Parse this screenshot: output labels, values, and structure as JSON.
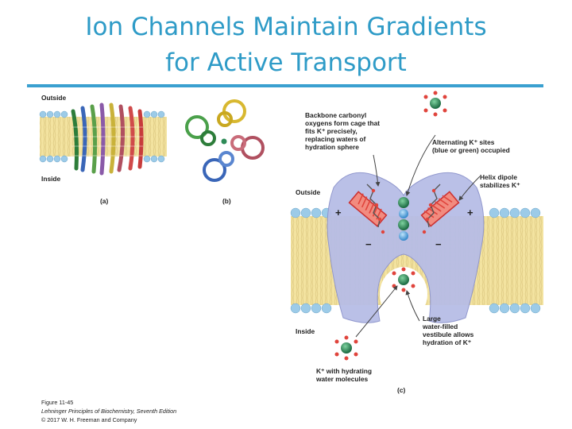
{
  "slide": {
    "title_line1": "Ion Channels Maintain Gradients",
    "title_line2": "for Active Transport"
  },
  "figure": {
    "panel_a": {
      "outside": "Outside",
      "inside": "Inside",
      "caption": "(a)"
    },
    "panel_b": {
      "caption": "(b)"
    },
    "panel_c": {
      "outside": "Outside",
      "inside": "Inside",
      "caption": "(c)",
      "carbonyl_note": [
        "Backbone carbonyl",
        "oxygens form cage that",
        "fits K⁺ precisely,",
        "replacing waters of",
        "hydration sphere"
      ],
      "sites_note": [
        "Alternating K⁺ sites",
        "(blue or green) occupied"
      ],
      "dipole_note": [
        "Helix dipole",
        "stabilizes K⁺"
      ],
      "vestibule_note": [
        "Large",
        "water-filled",
        "vestibule allows",
        "hydration of K⁺"
      ],
      "water_note": [
        "K⁺ with hydrating",
        "water molecules"
      ],
      "plus_sign": "+",
      "minus_sign": "−"
    },
    "credit": {
      "figure_no": "Figure 11-45",
      "book": "Lehninger Principles of Biochemistry, Seventh Edition",
      "copyright": "© 2017 W. H. Freeman and Company"
    }
  },
  "colors": {
    "title": "#2e9bc7",
    "rule": "#3aa0d0",
    "membrane_head": "#9ccbe8",
    "membrane_tail": "#f3e3a0",
    "channel": "#b7bde6",
    "helix": "#e0443c",
    "ion_green": "#2e8b57",
    "ion_blue": "#4aa3df"
  }
}
